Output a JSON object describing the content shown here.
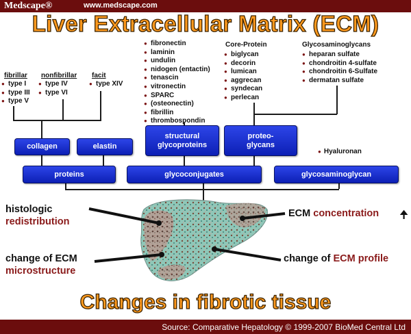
{
  "header": {
    "brand": "Medscape®",
    "url": "www.medscape.com"
  },
  "title": "Liver Extracellular Matrix (ECM)",
  "subtitle": "Changes in fibrotic tissue",
  "source": "Source: Comparative Hepatology © 1999-2007 BioMed Central Ltd",
  "collagen_types": {
    "fibrillar": {
      "label": "fibrillar",
      "items": [
        "type I",
        "type III",
        "type V"
      ]
    },
    "nonfibrillar": {
      "label": "nonfibrillar",
      "items": [
        "type IV",
        "type VI"
      ]
    },
    "facit": {
      "label": "facit",
      "items": [
        "type XIV"
      ]
    }
  },
  "structural_glycoproteins_list": [
    "fibronectin",
    "laminin",
    "undulin",
    "nidogen (entactin)",
    "tenascin",
    "vitronectin",
    "SPARC",
    "(osteonectin)",
    "fibrillin",
    "thrombospondin"
  ],
  "core_protein": {
    "label": "Core-Protein",
    "items": [
      "biglycan",
      "decorin",
      "lumican",
      "aggrecan",
      "syndecan",
      "perlecan"
    ]
  },
  "glycosaminoglycans": {
    "label": "Glycosaminoglycans",
    "items": [
      "heparan sulfate",
      "chondroitin 4-sulfate",
      "chondroitin 6-Sulfate",
      "dermatan sulfate"
    ]
  },
  "hyaluronan": "Hyaluronan",
  "boxes": {
    "collagen": "collagen",
    "elastin": "elastin",
    "structural_1": "structural",
    "structural_2": "glycoproteins",
    "proteo_1": "proteo-",
    "proteo_2": "glycans",
    "proteins": "proteins",
    "glycoconjugates": "glycoconjugates",
    "glycosaminoglycan": "glycosaminoglycan"
  },
  "changes": {
    "histologic": "histologic",
    "redistribution": "redistribution",
    "change_of_ecm": "change of ECM",
    "microstructure": "microstructure",
    "ecm": "ECM",
    "concentration": "concentration",
    "arrow": "🠉",
    "change_of": "change of",
    "ecm_profile": "ECM profile"
  },
  "colors": {
    "box": "#1a33d6",
    "title": "#ff9a1e",
    "accent": "#8a1a1a",
    "bar": "#6b0d0d"
  }
}
